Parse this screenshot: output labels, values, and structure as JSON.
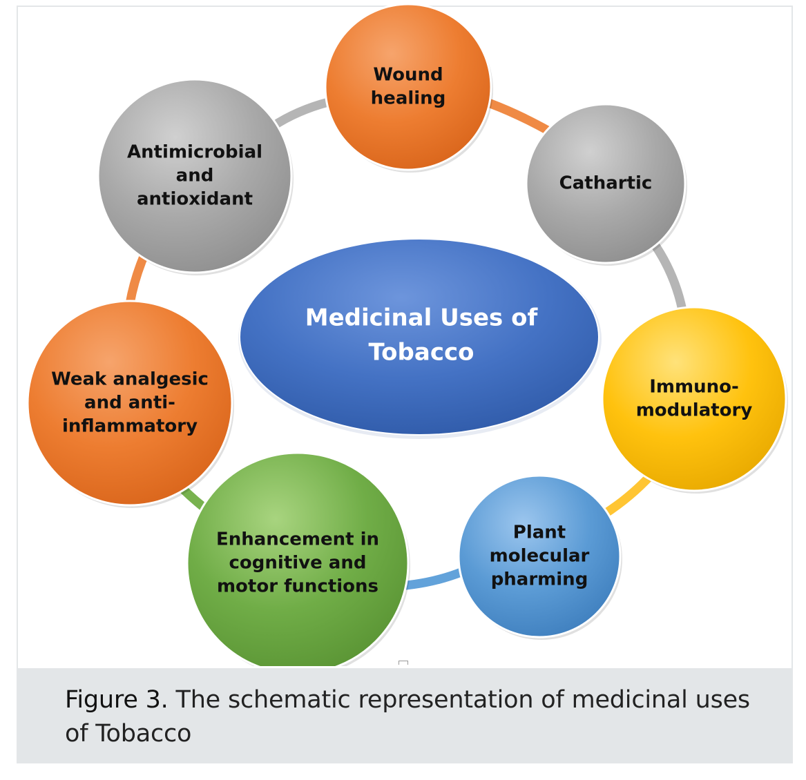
{
  "diagram": {
    "center": {
      "lines": [
        "Medicinal Uses of",
        "Tobacco"
      ]
    },
    "nodes": [
      {
        "id": "wound-healing",
        "lines": [
          "Wound",
          "healing"
        ],
        "color": "orange"
      },
      {
        "id": "cathartic",
        "lines": [
          "Cathartic"
        ],
        "color": "gray"
      },
      {
        "id": "immunomodulatory",
        "lines": [
          "Immuno-",
          "modulatory"
        ],
        "color": "yellow"
      },
      {
        "id": "plant-molecular-pharming",
        "lines": [
          "Plant",
          "molecular",
          "pharming"
        ],
        "color": "blue"
      },
      {
        "id": "enhancement-cognitive-motor",
        "lines": [
          "Enhancement in",
          "cognitive and",
          "motor functions"
        ],
        "color": "green"
      },
      {
        "id": "weak-analgesic",
        "lines": [
          "Weak analgesic",
          "and anti-",
          "inflammatory"
        ],
        "color": "orange"
      },
      {
        "id": "antimicrobial-antioxidant",
        "lines": [
          "Antimicrobial",
          "and",
          "antioxidant"
        ],
        "color": "gray"
      }
    ],
    "colors": {
      "orange": "#ed7d31",
      "gray": "#a5a5a5",
      "yellow": "#ffc000",
      "blue": "#5b9bd5",
      "green": "#70ad47",
      "center": "#4472c4"
    }
  },
  "caption": {
    "label": "Figure 3.",
    "text": " The schematic representation of medicinal uses of Tobacco"
  }
}
